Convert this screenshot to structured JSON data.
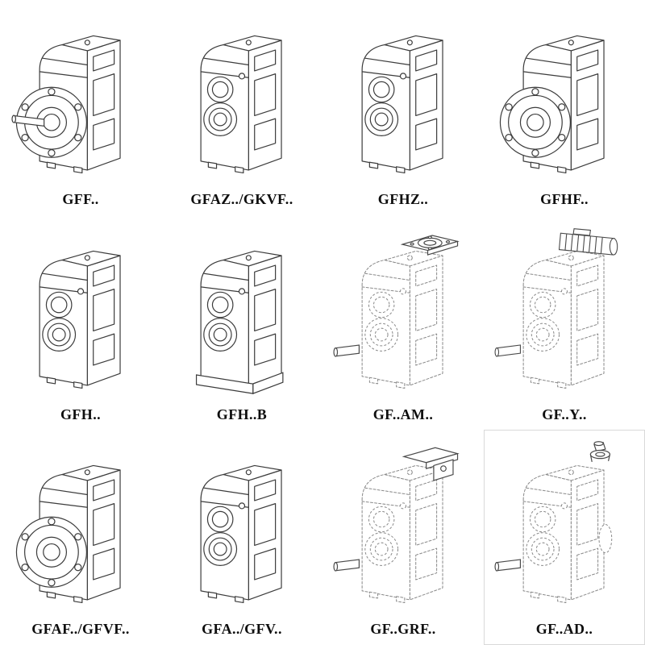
{
  "colors": {
    "line": "#3c3c3c",
    "line_ghost": "#8a8a8a",
    "label": "#0e0e0e",
    "cell_border": "#d9d9d9"
  },
  "cells": [
    {
      "label": "GFF..",
      "symbol": "#gb-flange"
    },
    {
      "label": "GFAZ../GKVF..",
      "symbol": "#gb-hollow"
    },
    {
      "label": "GFHZ..",
      "symbol": "#gb-hollow"
    },
    {
      "label": "GFHF..",
      "symbol": "#gb-flangeH"
    },
    {
      "label": "GFH..",
      "symbol": "#gb-hollow"
    },
    {
      "label": "GFH..B",
      "symbol": "#gb-foot"
    },
    {
      "label": "GF..AM..",
      "symbol": "#gb-dash-am"
    },
    {
      "label": "GF..Y..",
      "symbol": "#gb-dash-y"
    },
    {
      "label": "GFAF../GFVF..",
      "symbol": "#gb-flangeH"
    },
    {
      "label": "GFA../GFV..",
      "symbol": "#gb-hollow"
    },
    {
      "label": "GF..GRF..",
      "symbol": "#gb-dash-grf"
    },
    {
      "label": "GF..AD..",
      "symbol": "#gb-dash-ad"
    }
  ]
}
